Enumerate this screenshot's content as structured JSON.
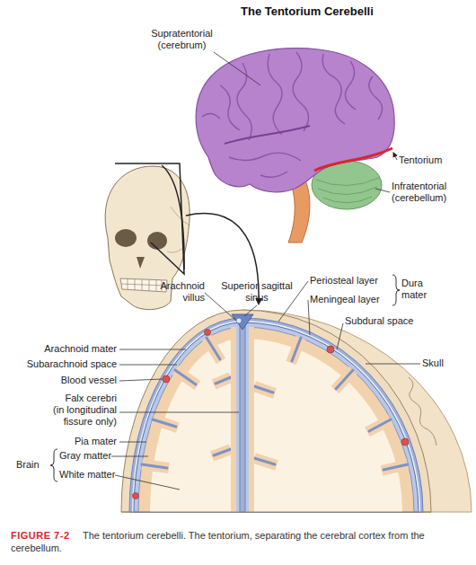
{
  "diagram": {
    "title": "The Tentorium Cerebelli",
    "caption": "The tentorium cerebelli. The tentorium, separating the cerebral cortex from the cerebellum.",
    "labels": [
      "Supratentorial (cerebrum)",
      "Tentorium",
      "Infratentorial (cerebellum)",
      "Arachnoid villus",
      "Superior sagittal sinus",
      "Periosteal layer",
      "Meningeal layer",
      "Dura mater",
      "Subdural space",
      "Skull",
      "Arachnoid mater",
      "Subarachnoid space",
      "Blood vessel",
      "Falx cerebri (in longitudinal fissure only)",
      "Pia mater",
      "Brain",
      "Gray matter",
      "White matter",
      "FIGURE 7-2"
    ]
  }
}
